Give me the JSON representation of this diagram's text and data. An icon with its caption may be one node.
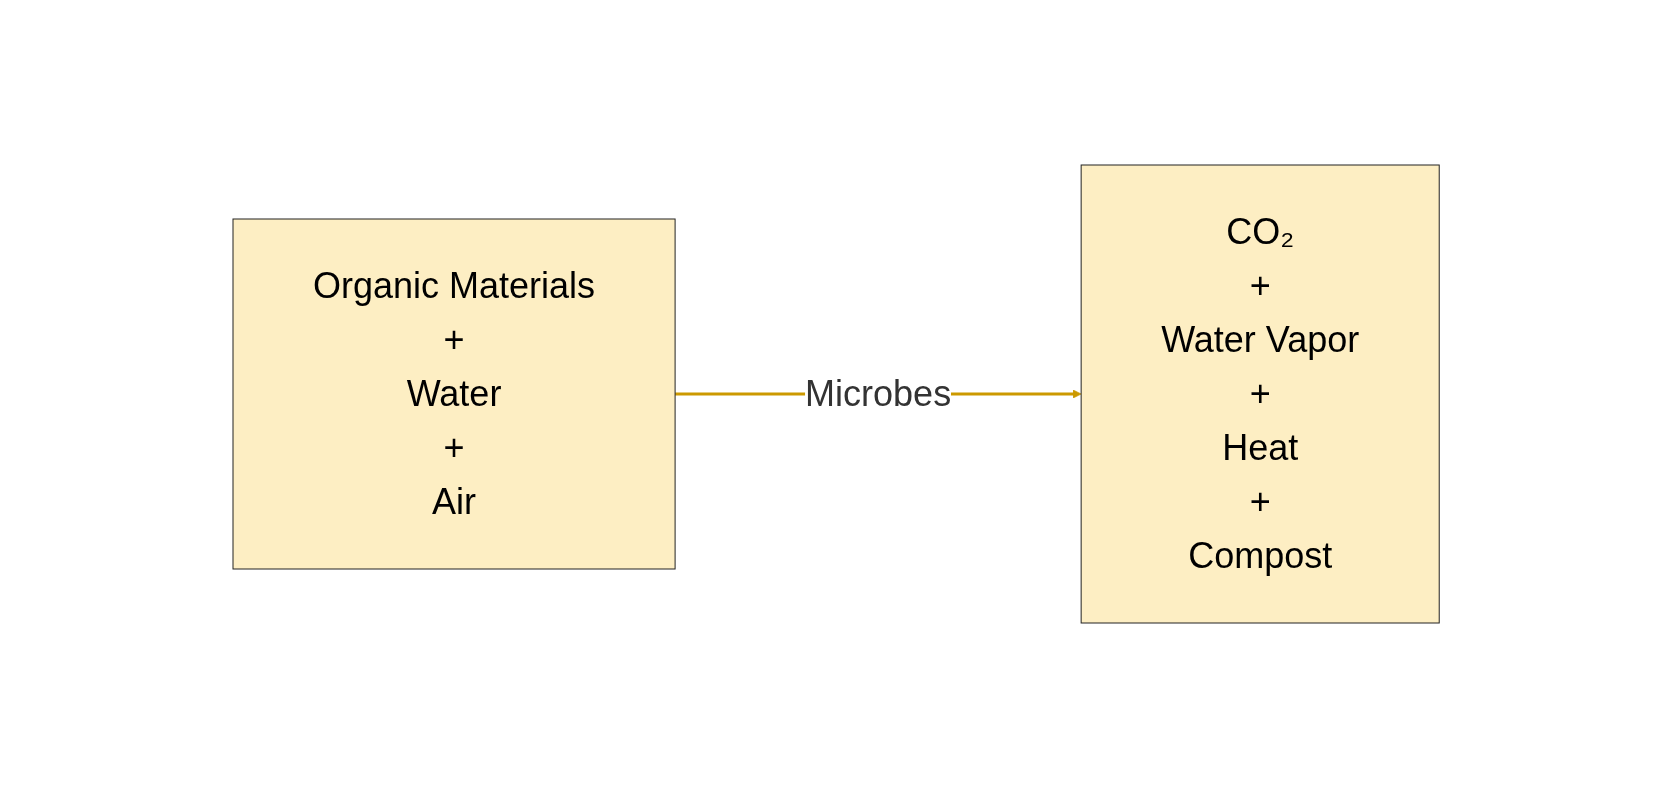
{
  "diagram": {
    "nodes": [
      {
        "text": [
          "Organic Materials",
          "+",
          "Water",
          "+",
          "Air"
        ]
      },
      {
        "text": [
          "CO₂",
          "+",
          "Water Vapor",
          "+",
          "Heat",
          "+",
          "Compost"
        ]
      }
    ],
    "edges": [
      {
        "from": 0,
        "to": 1,
        "arrow": "to",
        "label": "Microbes",
        "color": "#cc9900"
      }
    ]
  }
}
